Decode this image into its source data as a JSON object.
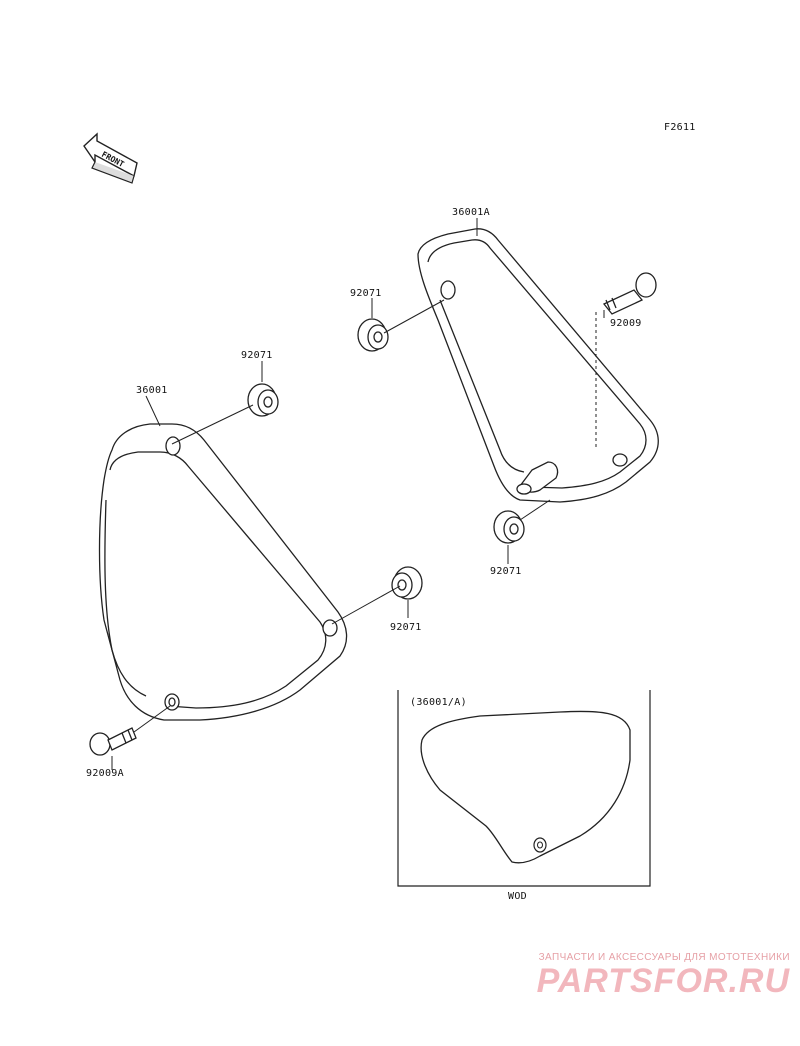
{
  "diagram_code": "F2611",
  "front_arrow_label": "FRONT",
  "parts": {
    "p1": "36001A",
    "p2": "92071",
    "p3": "92009",
    "p4": "92071",
    "p5": "36001",
    "p6": "92071",
    "p7": "92071",
    "p8": "92009A"
  },
  "inset": {
    "title": "(36001/A)",
    "caption": "WOD"
  },
  "watermark": {
    "tagline": "ЗАПЧАСТИ И АКСЕССУАРЫ ДЛЯ МОТОТЕХНИКИ",
    "logo": "PARTSFOR.RU"
  }
}
